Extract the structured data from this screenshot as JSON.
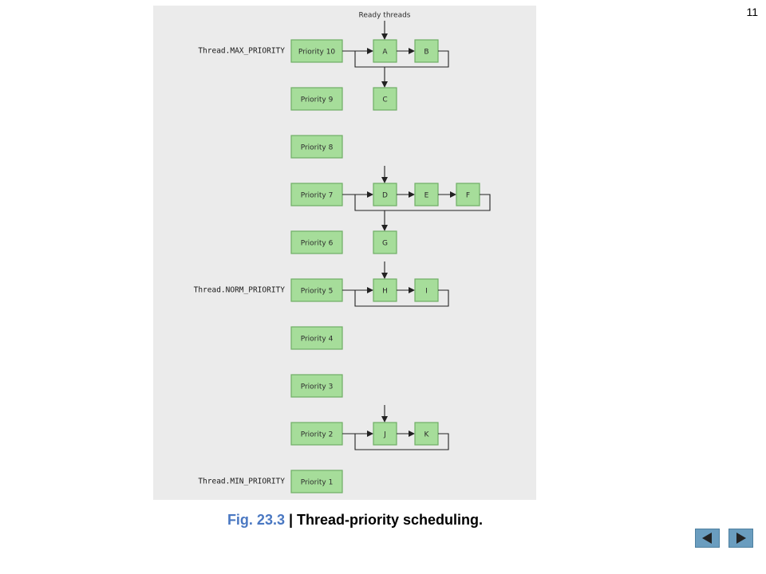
{
  "slide": {
    "page_number": "11",
    "caption": {
      "figure_number": "Fig. 23.3",
      "separator": " | ",
      "title": "Thread-priority scheduling."
    }
  },
  "diagram": {
    "top_label": "Ready threads",
    "priority_levels": [
      {
        "label": "Priority 10",
        "constant": "Thread.MAX_PRIORITY",
        "threads": [
          "A",
          "B"
        ],
        "overflow": [
          "C"
        ]
      },
      {
        "label": "Priority 9",
        "constant": "",
        "threads": [],
        "overflow": []
      },
      {
        "label": "Priority 8",
        "constant": "",
        "threads": [],
        "overflow": []
      },
      {
        "label": "Priority 7",
        "constant": "",
        "threads": [
          "D",
          "E",
          "F"
        ],
        "overflow": [
          "G"
        ]
      },
      {
        "label": "Priority 6",
        "constant": "",
        "threads": [],
        "overflow": []
      },
      {
        "label": "Priority 5",
        "constant": "Thread.NORM_PRIORITY",
        "threads": [
          "H",
          "I"
        ],
        "overflow": []
      },
      {
        "label": "Priority 4",
        "constant": "",
        "threads": [],
        "overflow": []
      },
      {
        "label": "Priority 3",
        "constant": "",
        "threads": [],
        "overflow": []
      },
      {
        "label": "Priority 2",
        "constant": "",
        "threads": [
          "J",
          "K"
        ],
        "overflow": []
      },
      {
        "label": "Priority 1",
        "constant": "Thread.MIN_PRIORITY",
        "threads": [],
        "overflow": []
      }
    ],
    "colors": {
      "box_fill": "#a6dd9a",
      "box_border": "#6fae64",
      "line": "#222222",
      "panel": "#ebebeb"
    }
  },
  "navigation": {
    "previous_icon": "triangle-left-icon",
    "next_icon": "triangle-right-icon",
    "button_color": "#6a9dbf"
  }
}
